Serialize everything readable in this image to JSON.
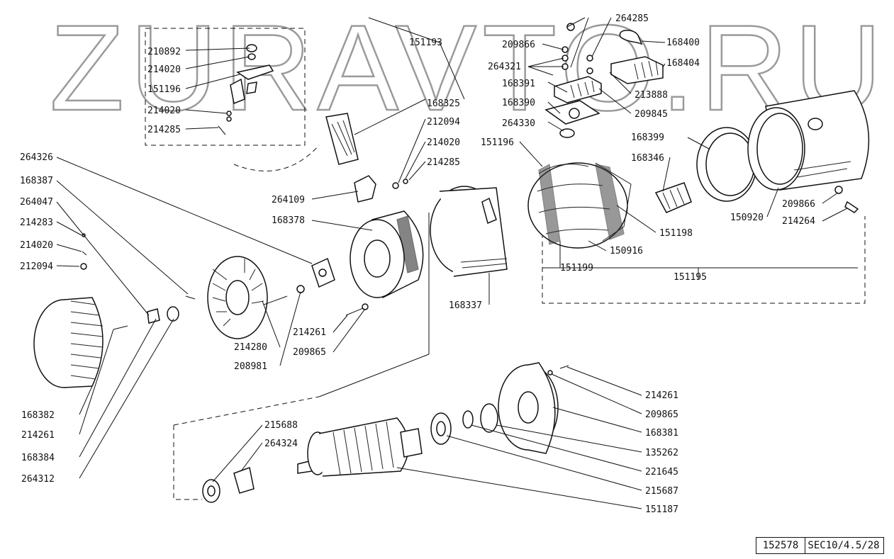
{
  "watermark": "ZURAVTO.RU",
  "labels": {
    "l264285": "264285",
    "l151193": "151193",
    "l168400": "168400",
    "l209866a": "209866",
    "l168404": "168404",
    "l210892": "210892",
    "l264321": "264321",
    "l214020a": "214020",
    "l168391": "168391",
    "l213888": "213888",
    "l151196a": "151196",
    "l168325": "168325",
    "l168390": "168390",
    "l209845": "209845",
    "l214020b": "214020",
    "l212094a": "212094",
    "l264330": "264330",
    "l214285a": "214285",
    "l214020c": "214020",
    "l151196b": "151196",
    "l168399": "168399",
    "l214285b": "214285",
    "l264326": "264326",
    "l168346": "168346",
    "l168387": "168387",
    "l264109": "264109",
    "l264047": "264047",
    "l209866b": "209866",
    "l214283": "214283",
    "l168378": "168378",
    "l150920": "150920",
    "l214264": "214264",
    "l214020d": "214020",
    "l151198": "151198",
    "l150916": "150916",
    "l212094b": "212094",
    "l151199": "151199",
    "l151195": "151195",
    "l168337": "168337",
    "l214261a": "214261",
    "l214280": "214280",
    "l209865a": "209865",
    "l208981": "208981",
    "l214261b": "214261",
    "l209865b": "209865",
    "l168382": "168382",
    "l168381": "168381",
    "l214261c": "214261",
    "l215688": "215688",
    "l264324": "264324",
    "l135262": "135262",
    "l168384": "168384",
    "l221645": "221645",
    "l264312": "264312",
    "l215687": "215687",
    "l151187": "151187"
  },
  "footer": {
    "drawing_number": "152578",
    "section_code": "SEC10/4.5/28"
  }
}
